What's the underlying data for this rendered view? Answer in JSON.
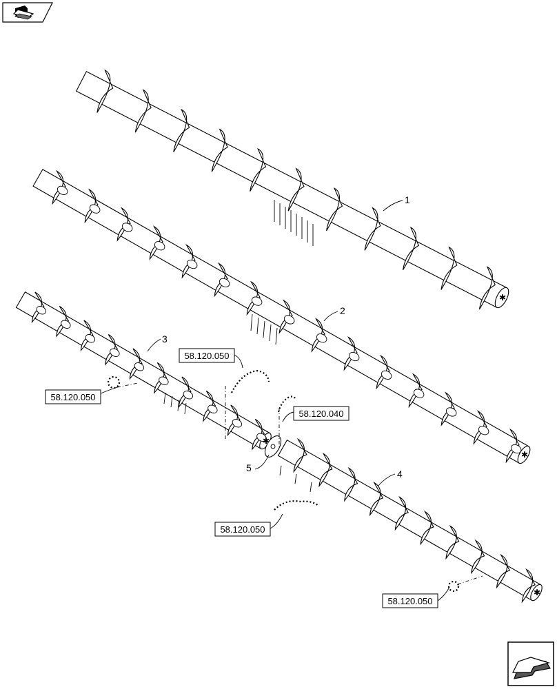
{
  "callouts": [
    {
      "id": "1",
      "label": "1"
    },
    {
      "id": "2",
      "label": "2"
    },
    {
      "id": "3",
      "label": "3"
    },
    {
      "id": "4",
      "label": "4"
    },
    {
      "id": "5",
      "label": "5"
    }
  ],
  "references": [
    {
      "id": "ref-a",
      "label": "58.120.050"
    },
    {
      "id": "ref-b",
      "label": "58.120.050"
    },
    {
      "id": "ref-c",
      "label": "58.120.040"
    },
    {
      "id": "ref-d",
      "label": "58.120.050"
    },
    {
      "id": "ref-e",
      "label": "58.120.050"
    }
  ],
  "icons": {
    "top_left": "book-icon",
    "bottom_right": "back-arrow-icon"
  }
}
